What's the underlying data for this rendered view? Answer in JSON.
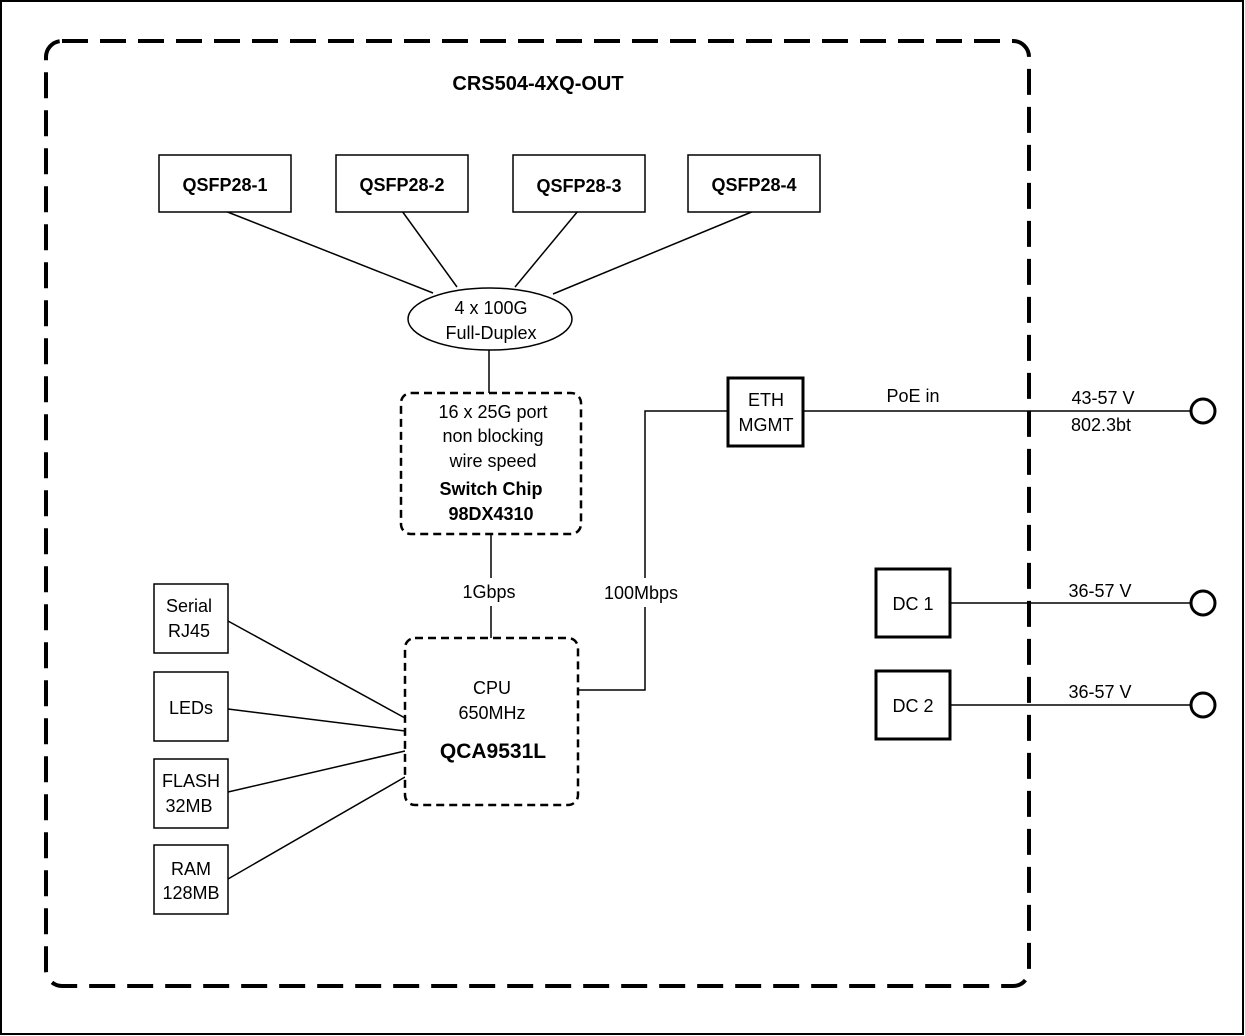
{
  "title": "CRS504-4XQ-OUT",
  "ports": [
    "QSFP28-1",
    "QSFP28-2",
    "QSFP28-3",
    "QSFP28-4"
  ],
  "fabric": {
    "line1": "4 x 100G",
    "line2": "Full-Duplex"
  },
  "switch_chip": {
    "line1": "16 x 25G port",
    "line2": "non blocking",
    "line3": "wire speed",
    "name": "Switch Chip",
    "model": "98DX4310"
  },
  "link_switch_cpu": "1Gbps",
  "link_cpu_eth": "100Mbps",
  "cpu": {
    "line1": "CPU",
    "line2": "650MHz",
    "model": "QCA9531L"
  },
  "peripherals": {
    "serial": {
      "line1": "Serial",
      "line2": "RJ45"
    },
    "leds": {
      "line1": "LEDs"
    },
    "flash": {
      "line1": "FLASH",
      "line2": "32MB"
    },
    "ram": {
      "line1": "RAM",
      "line2": "128MB"
    }
  },
  "eth_mgmt": {
    "line1": "ETH",
    "line2": "MGMT"
  },
  "poe": {
    "label": "PoE in",
    "voltage": "43-57 V",
    "standard": "802.3bt"
  },
  "dc1": {
    "label": "DC 1",
    "voltage": "36-57 V"
  },
  "dc2": {
    "label": "DC 2",
    "voltage": "36-57 V"
  }
}
